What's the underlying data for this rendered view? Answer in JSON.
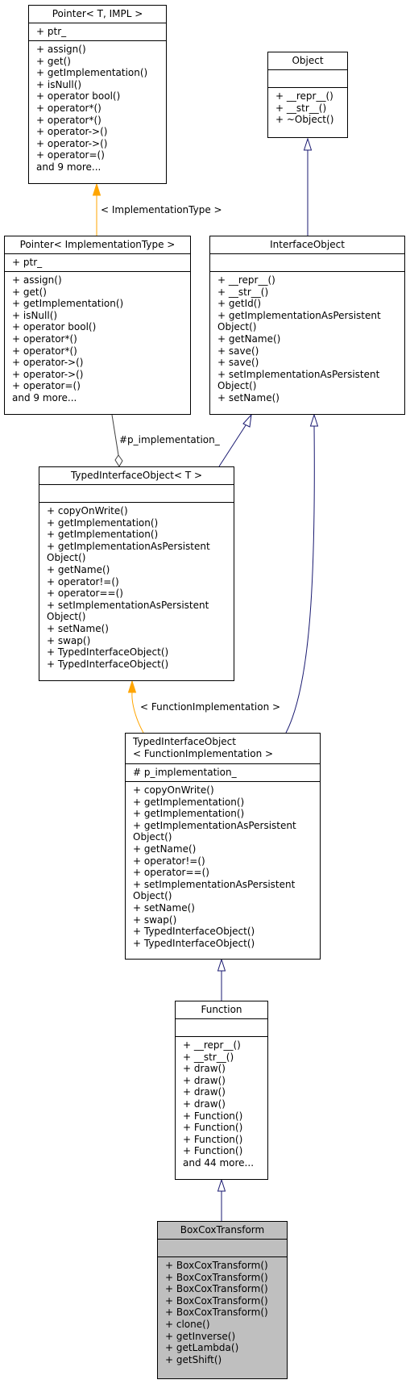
{
  "diagram": {
    "classes": {
      "pointer_t": {
        "title": "Pointer< T, IMPL >",
        "attributes": [
          "+ ptr_"
        ],
        "methods": [
          "+ assign()",
          "+ get()",
          "+ getImplementation()",
          "+ isNull()",
          "+ operator bool()",
          "+ operator*()",
          "+ operator*()",
          "+ operator->()",
          "+ operator->()",
          "+ operator=()",
          "and 9 more..."
        ]
      },
      "object": {
        "title": "Object",
        "attributes": [],
        "methods": [
          "+ __repr__()",
          "+ __str__()",
          "+ ~Object()"
        ]
      },
      "pointer_impl": {
        "title": "Pointer< ImplementationType >",
        "attributes": [
          "+ ptr_"
        ],
        "methods": [
          "+ assign()",
          "+ get()",
          "+ getImplementation()",
          "+ isNull()",
          "+ operator bool()",
          "+ operator*()",
          "+ operator*()",
          "+ operator->()",
          "+ operator->()",
          "+ operator=()",
          "and 9 more..."
        ]
      },
      "interface_object": {
        "title": "InterfaceObject",
        "attributes": [],
        "methods": [
          "+ __repr__()",
          "+ __str__()",
          "+ getId()",
          "+ getImplementationAsPersistent",
          "Object()",
          "+ getName()",
          "+ save()",
          "+ save()",
          "+ setImplementationAsPersistent",
          "Object()",
          "+ setName()"
        ]
      },
      "typed_t": {
        "title": "TypedInterfaceObject< T >",
        "attributes": [],
        "methods": [
          "+ copyOnWrite()",
          "+ getImplementation()",
          "+ getImplementation()",
          "+ getImplementationAsPersistent",
          "Object()",
          "+ getName()",
          "+ operator!=()",
          "+ operator==()",
          "+ setImplementationAsPersistent",
          "Object()",
          "+ setName()",
          "+ swap()",
          "+ TypedInterfaceObject()",
          "+ TypedInterfaceObject()"
        ]
      },
      "typed_fi": {
        "title": "TypedInterfaceObject\n< FunctionImplementation >",
        "attributes": [
          "# p_implementation_"
        ],
        "methods": [
          "+ copyOnWrite()",
          "+ getImplementation()",
          "+ getImplementation()",
          "+ getImplementationAsPersistent",
          "Object()",
          "+ getName()",
          "+ operator!=()",
          "+ operator==()",
          "+ setImplementationAsPersistent",
          "Object()",
          "+ setName()",
          "+ swap()",
          "+ TypedInterfaceObject()",
          "+ TypedInterfaceObject()"
        ]
      },
      "function": {
        "title": "Function",
        "attributes": [],
        "methods": [
          "+ __repr__()",
          "+ __str__()",
          "+ draw()",
          "+ draw()",
          "+ draw()",
          "+ draw()",
          "+ Function()",
          "+ Function()",
          "+ Function()",
          "+ Function()",
          "and 44 more..."
        ]
      },
      "boxcox": {
        "title": "BoxCoxTransform",
        "attributes": [],
        "methods": [
          "+ BoxCoxTransform()",
          "+ BoxCoxTransform()",
          "+ BoxCoxTransform()",
          "+ BoxCoxTransform()",
          "+ BoxCoxTransform()",
          "+ clone()",
          "+ getInverse()",
          "+ getLambda()",
          "+ getShift()"
        ]
      }
    },
    "edge_labels": {
      "impl_type": "< ImplementationType >",
      "p_impl": "#p_implementation_",
      "func_impl": "< FunctionImplementation >"
    },
    "colors": {
      "highlight_fill": "#bfbfbf",
      "inheritance_edge": "#191970",
      "template_edge": "#ffa500",
      "usage_edge": "#404040"
    }
  }
}
